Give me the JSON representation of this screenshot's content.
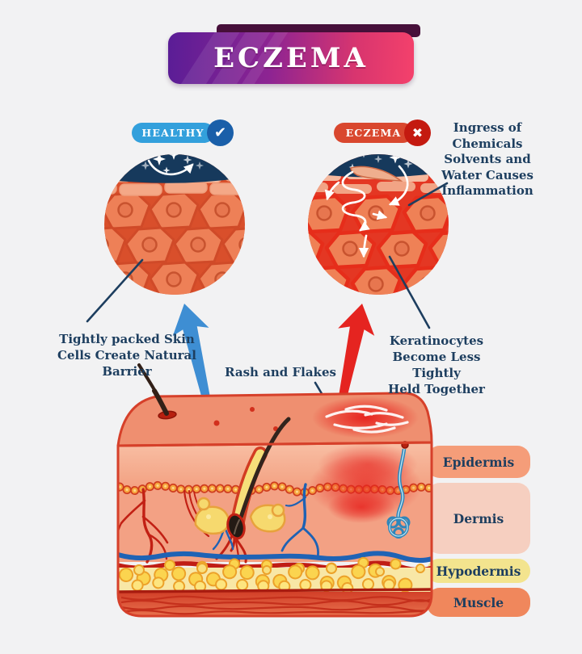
{
  "title": {
    "text": "ECZEMA"
  },
  "banner": {
    "gradient_left": "#5a1d96",
    "gradient_right": "#f4416b"
  },
  "badges": {
    "healthy": {
      "label": "HEALTHY",
      "icon": "check-icon",
      "glyph": "✔",
      "pill_color": "#33a0dc",
      "icon_bg": "#1a5fa9"
    },
    "eczema": {
      "label": "ECZEMA",
      "icon": "cross-icon",
      "glyph": "✖",
      "pill_color": "#d9472e",
      "icon_bg": "#c41a10"
    }
  },
  "annotations": {
    "ingress": {
      "lines": [
        "Ingress of",
        "Chemicals",
        "Solvents and",
        "Water Causes",
        "Inflammation"
      ]
    },
    "barrier": {
      "lines": [
        "Tightly packed Skin",
        "Cells Create Natural",
        "Barrier"
      ]
    },
    "rash": {
      "lines": [
        "Rash and Flakes"
      ]
    },
    "keratinocytes": {
      "lines": [
        "Keratinocytes",
        "Become Less Tightly",
        "Held Together"
      ]
    }
  },
  "skin_layers": [
    {
      "label": "Epidermis",
      "color": "#f59d79"
    },
    {
      "label": "Dermis",
      "color": "#f6cfc0"
    },
    {
      "label": "Hypodermis",
      "color": "#f3e48e"
    },
    {
      "label": "Muscle",
      "color": "#f0875c"
    }
  ],
  "colors": {
    "background": "#f2f2f3",
    "text_navy": "#1d3e5f",
    "healthy_arrow_blue": "#3e8ed3",
    "eczema_arrow_red": "#e52420",
    "skin_outline": "#d6402a",
    "cell_fill": "#ee8057",
    "inflamed_gap_red": "#e43723",
    "microscope_sky_navy": "#16395c"
  }
}
